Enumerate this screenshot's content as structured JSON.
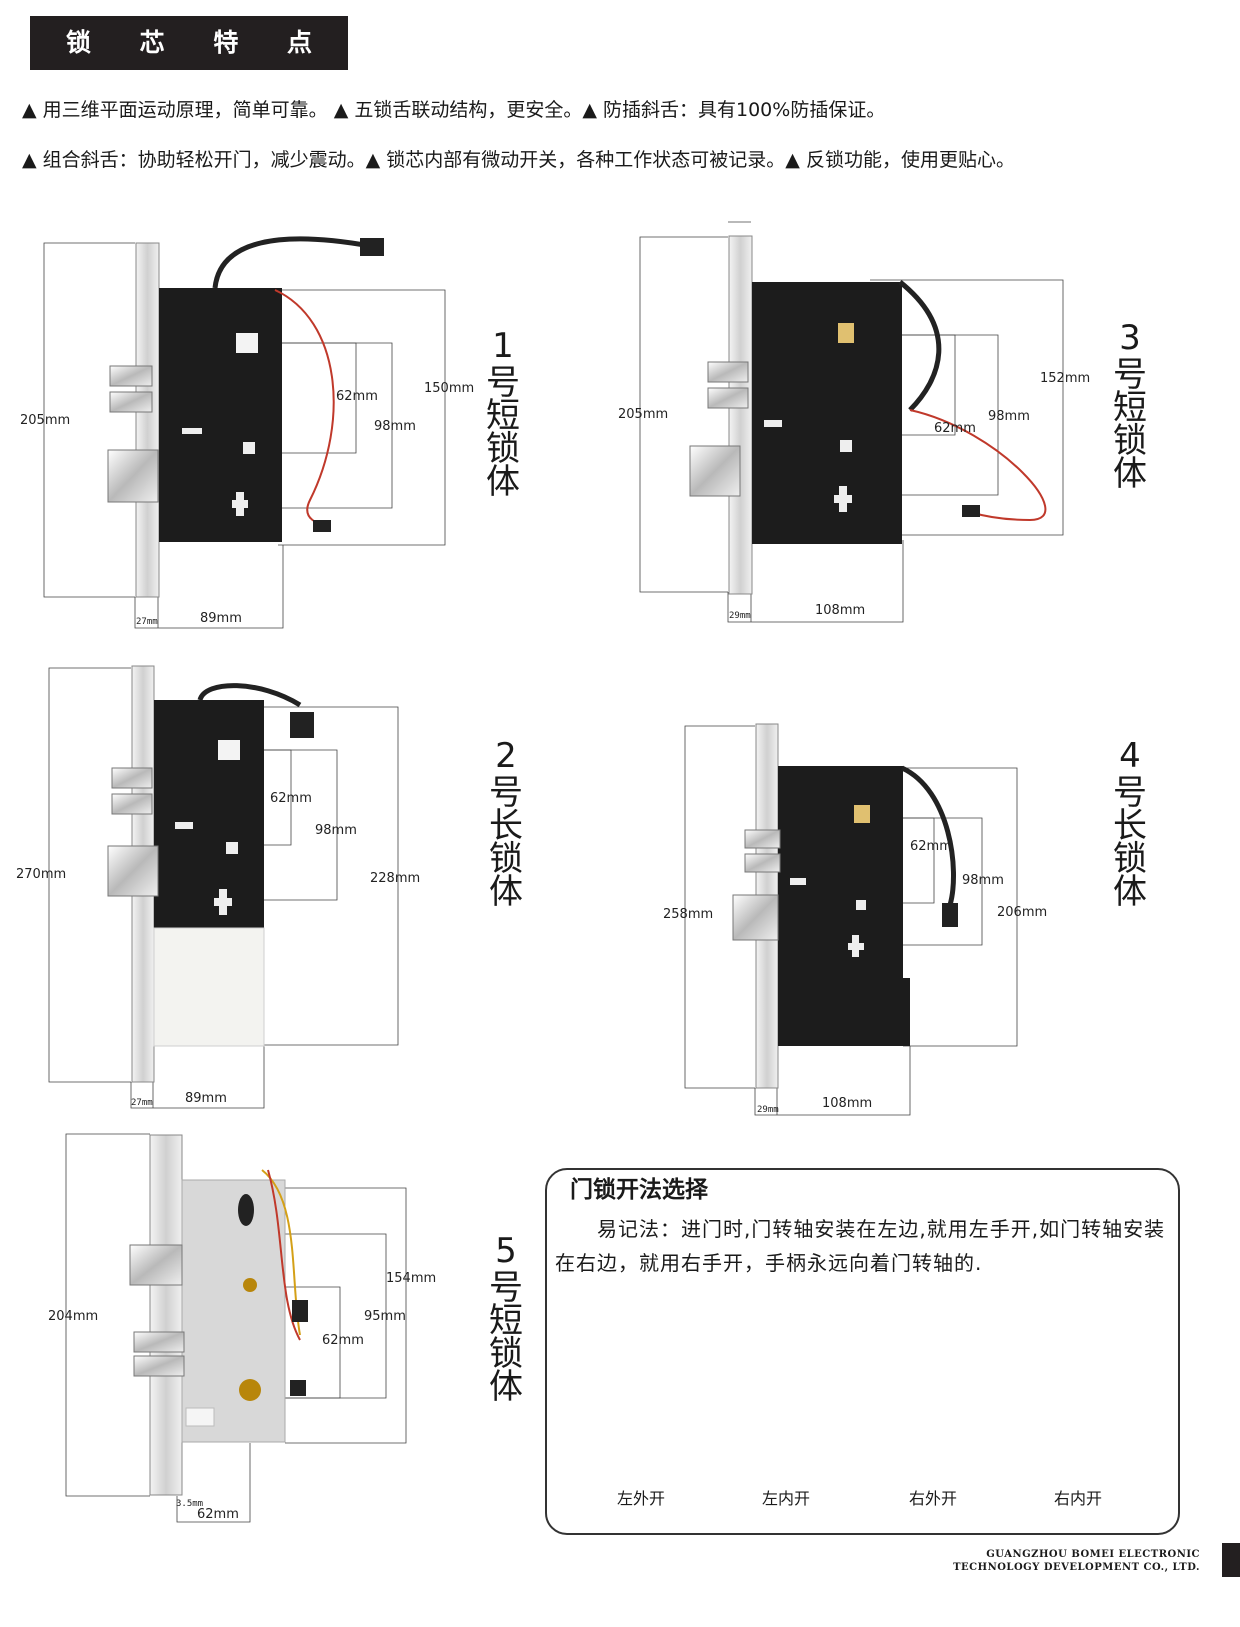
{
  "header": {
    "title": "锁 芯 特 点"
  },
  "features": {
    "line1": "▲ 用三维平面运动原理，简单可靠。 ▲ 五锁舌联动结构，更安全。▲ 防插斜舌：具有100%防插保证。",
    "line2": "▲ 组合斜舌：协助轻松开门，减少震动。▲ 锁芯内部有微动开关，各种工作状态可被记录。▲ 反锁功能，使用更贴心。"
  },
  "locks": {
    "lock1": {
      "number": "1",
      "name": "号短锁体",
      "height": "205mm",
      "body": "150mm",
      "d98": "98mm",
      "d62": "62mm",
      "plate": "27mm",
      "depth": "89mm"
    },
    "lock2": {
      "number": "2",
      "name": "号长锁体",
      "height": "270mm",
      "body": "228mm",
      "d98": "98mm",
      "d62": "62mm",
      "plate": "27mm",
      "depth": "89mm"
    },
    "lock3": {
      "number": "3",
      "name": "号短锁体",
      "height": "205mm",
      "body": "152mm",
      "d98": "98mm",
      "d62": "62mm",
      "plate": "29mm",
      "depth": "108mm"
    },
    "lock4": {
      "number": "4",
      "name": "号长锁体",
      "height": "258mm",
      "body": "206mm",
      "d98": "98mm",
      "d62": "62mm",
      "plate": "29mm",
      "depth": "108mm"
    },
    "lock5": {
      "number": "5",
      "name": "号短锁体",
      "height": "204mm",
      "body": "154mm",
      "d95": "95mm",
      "d62": "62mm",
      "plate": "3.5mm",
      "depth": "62mm"
    }
  },
  "door_guide": {
    "title": "门锁开法选择",
    "description": "易记法：进门时,门转轴安装在左边,就用左手开,如门转轴安装在右边，就用右手开，手柄永远向着门转轴的.",
    "options": [
      "左外开",
      "左内开",
      "右外开",
      "右内开"
    ]
  },
  "footer": {
    "company_line1": "GUANGZHOU BOMEI ELECTRONIC",
    "company_line2": "TECHNOLOGY DEVELOPMENT CO., LTD."
  },
  "colors": {
    "dark": "#231f20",
    "lock_body": "#1c1c1c",
    "faceplate": "#e6e6e6",
    "wire_red": "#c0392b",
    "accent_green": "#7cc242"
  }
}
